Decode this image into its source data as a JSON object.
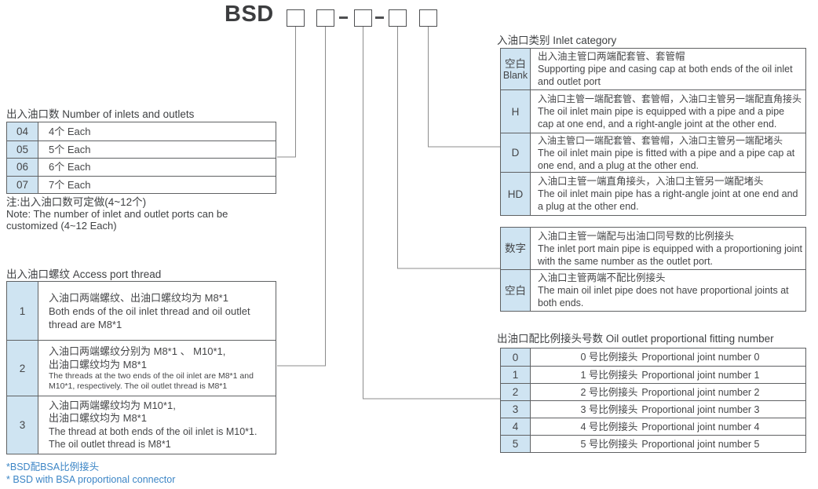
{
  "model_code": {
    "prefix": "BSD",
    "separator": "-"
  },
  "colors": {
    "key_cell_blue": "#cfe4f2",
    "table_border": "#5f6163",
    "text": "#454648",
    "footnote_blue": "#3d86c6",
    "connector_gray": "#8c8c8c"
  },
  "left": {
    "inlet_count": {
      "title": "出入油口数 Number of inlets and outlets",
      "rows": [
        {
          "code": "04",
          "desc": "4个 Each"
        },
        {
          "code": "05",
          "desc": "5个 Each"
        },
        {
          "code": "06",
          "desc": "6个 Each"
        },
        {
          "code": "07",
          "desc": "7个 Each"
        }
      ],
      "note_zh": "注:出入油口数可定做(4~12个)",
      "note_en_1": "Note: The number of inlet and outlet ports can be",
      "note_en_2": "customized (4~12 Each)"
    },
    "port_thread": {
      "title": "出入油口螺纹 Access port thread",
      "rows": [
        {
          "code": "1",
          "zh1": "入油口两端螺纹、出油口螺纹均为 M8*1",
          "en": "Both ends of the oil inlet thread and oil outlet thread are M8*1"
        },
        {
          "code": "2",
          "zh1": "入油口两端螺纹分别为 M8*1 、 M10*1,",
          "zh2": "出油口螺纹均为 M8*1",
          "en": "The threads at the two ends of the oil inlet are M8*1 and M10*1, respectively. The oil outlet thread is M8*1"
        },
        {
          "code": "3",
          "zh1": "入油口两端螺纹均为 M10*1,",
          "zh2": "出油口螺纹均为 M8*1",
          "en": "The thread at both ends of the oil inlet is M10*1. The oil outlet thread is M8*1"
        }
      ]
    },
    "footnote_zh": "*BSD配BSA比例接头",
    "footnote_en": "* BSD with BSA proportional connector"
  },
  "right": {
    "inlet_category": {
      "title": "入油口类别 Inlet category",
      "rows": [
        {
          "code_zh": "空白",
          "code_en": "Blank",
          "zh": "出入油主管口两端配套管、套管帽",
          "en": "Supporting pipe and casing cap at both ends of the oil inlet and outlet port"
        },
        {
          "code": "H",
          "zh": "入油口主管一端配套管、套管帽，入油口主管另一端配直角接头",
          "en": "The oil inlet main pipe is equipped with a pipe and a pipe cap at one end, and a right-angle joint at the other end."
        },
        {
          "code": "D",
          "zh": "入油主管口一端配套管、套管帽，入油口主管另一端配堵头",
          "en": "The oil inlet main pipe is fitted with a pipe and a pipe cap at one end, and a plug at the other end."
        },
        {
          "code": "HD",
          "zh": "入油口主管一端直角接头，入油口主管另一端配堵头",
          "en": "The oil inlet main pipe has a right-angle joint at one end and a plug at the other end."
        }
      ]
    },
    "proportional_inlet": {
      "rows": [
        {
          "code": "数字",
          "zh": "入油口主管一端配与出油口同号数的比例接头",
          "en": "The inlet port main pipe is equipped with a proportioning joint with the same number as the outlet port."
        },
        {
          "code": "空白",
          "zh": "入油口主管两端不配比例接头",
          "en": "The main oil inlet pipe does not have proportional joints at both ends."
        }
      ]
    },
    "fitting_number": {
      "title": "出油口配比例接头号数 Oil outlet proportional fitting number",
      "rows": [
        {
          "code": "0",
          "zh": "0 号比例接头",
          "en": "Proportional joint number 0"
        },
        {
          "code": "1",
          "zh": "1 号比例接头",
          "en": "Proportional joint number 1"
        },
        {
          "code": "2",
          "zh": "2 号比例接头",
          "en": "Proportional joint number 2"
        },
        {
          "code": "3",
          "zh": "3 号比例接头",
          "en": "Proportional joint number 3"
        },
        {
          "code": "4",
          "zh": "4 号比例接头",
          "en": "Proportional joint number 4"
        },
        {
          "code": "5",
          "zh": "5 号比例接头",
          "en": "Proportional joint number 5"
        }
      ]
    }
  }
}
